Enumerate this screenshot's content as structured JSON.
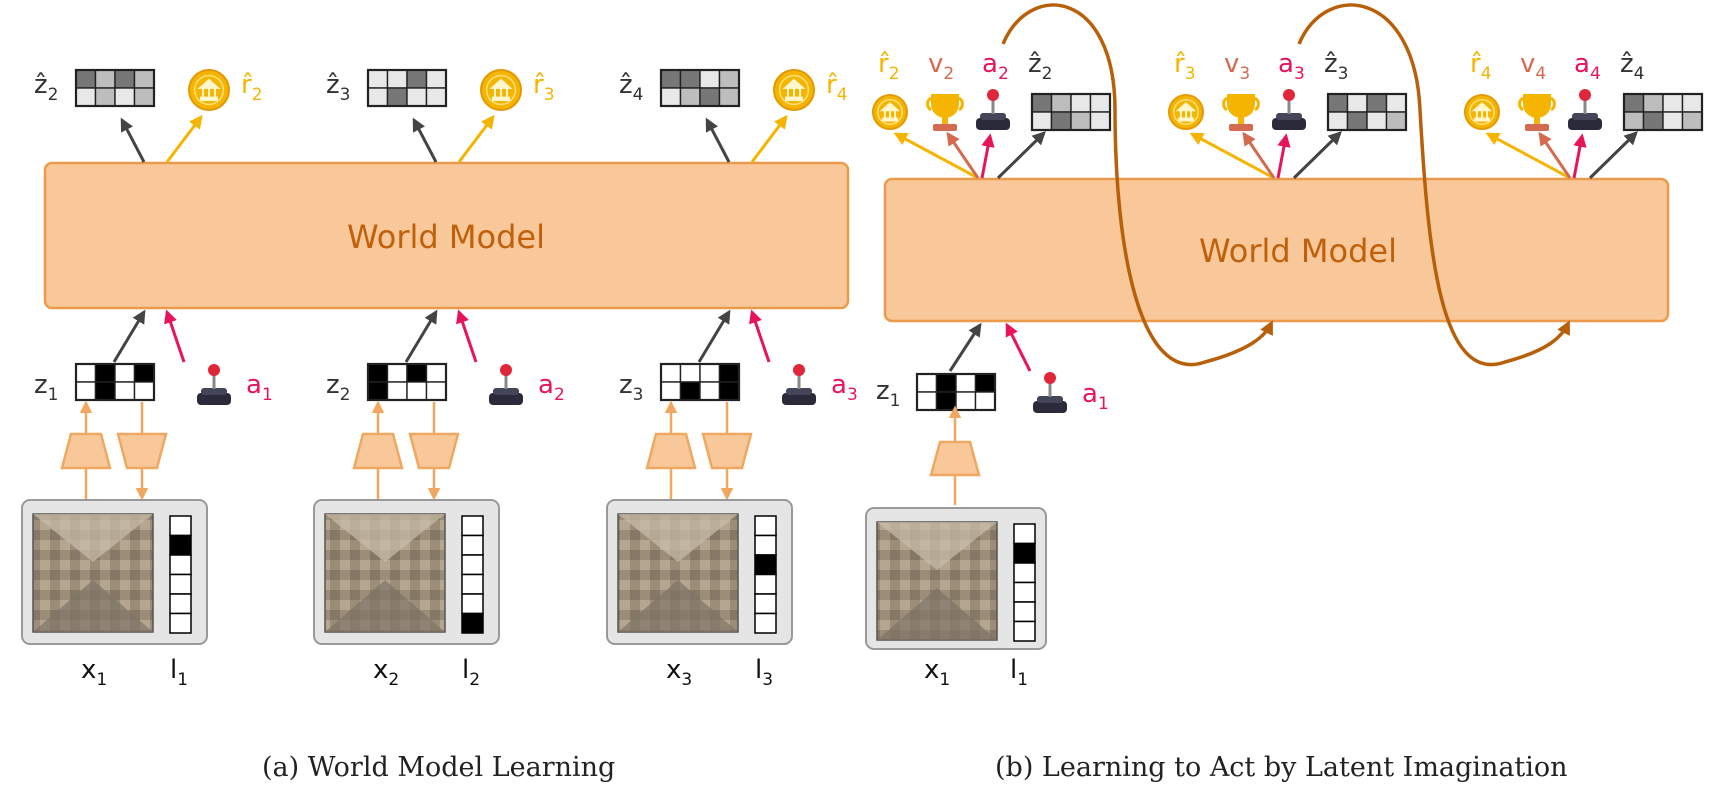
{
  "colors": {
    "world_model_fill": "#f8c89a",
    "world_model_stroke": "#eb9a4c",
    "world_model_text": "#c0600a",
    "encoder": "#f0a860",
    "reward": "#f5b400",
    "value": "#d46a50",
    "action": "#e8145a",
    "latent": "#444444",
    "imagination_arrow": "#b85f0a",
    "frame": "#e5e5e5"
  },
  "panel_a": {
    "world_model_label": "World Model",
    "caption": "(a) World Model Learning",
    "steps": [
      {
        "z_in": "z",
        "z_in_sub": "1",
        "action": "a",
        "action_sub": "1",
        "x": "x",
        "x_sub": "1",
        "l": "l",
        "l_sub": "1",
        "z_pred": "ẑ",
        "z_pred_sub": "2",
        "r_pred": "r̂",
        "r_pred_sub": "2",
        "icons": [
          "grid-icon",
          "joystick-icon",
          "coin-icon",
          "camera-image",
          "onehot-vector"
        ]
      },
      {
        "z_in": "z",
        "z_in_sub": "2",
        "action": "a",
        "action_sub": "2",
        "x": "x",
        "x_sub": "2",
        "l": "l",
        "l_sub": "2",
        "z_pred": "ẑ",
        "z_pred_sub": "3",
        "r_pred": "r̂",
        "r_pred_sub": "3",
        "icons": [
          "grid-icon",
          "joystick-icon",
          "coin-icon",
          "camera-image",
          "onehot-vector"
        ]
      },
      {
        "z_in": "z",
        "z_in_sub": "3",
        "action": "a",
        "action_sub": "3",
        "x": "x",
        "x_sub": "3",
        "l": "l",
        "l_sub": "3",
        "z_pred": "ẑ",
        "z_pred_sub": "4",
        "r_pred": "r̂",
        "r_pred_sub": "4",
        "icons": [
          "grid-icon",
          "joystick-icon",
          "coin-icon",
          "camera-image",
          "onehot-vector"
        ]
      }
    ]
  },
  "panel_b": {
    "world_model_label": "World Model",
    "caption": "(b) Learning to Act by Latent Imagination",
    "input": {
      "z": "z",
      "z_sub": "1",
      "action": "a",
      "action_sub": "1",
      "x": "x",
      "x_sub": "1",
      "l": "l",
      "l_sub": "1"
    },
    "outputs": [
      {
        "r": "r̂",
        "r_sub": "2",
        "v": "v",
        "v_sub": "2",
        "a": "a",
        "a_sub": "2",
        "z": "ẑ",
        "z_sub": "2"
      },
      {
        "r": "r̂",
        "r_sub": "3",
        "v": "v",
        "v_sub": "3",
        "a": "a",
        "a_sub": "3",
        "z": "ẑ",
        "z_sub": "3"
      },
      {
        "r": "r̂",
        "r_sub": "4",
        "v": "v",
        "v_sub": "4",
        "a": "a",
        "a_sub": "4",
        "z": "ẑ",
        "z_sub": "4"
      }
    ],
    "icons": [
      "coin-icon",
      "trophy-icon",
      "joystick-icon",
      "grid-icon"
    ]
  }
}
